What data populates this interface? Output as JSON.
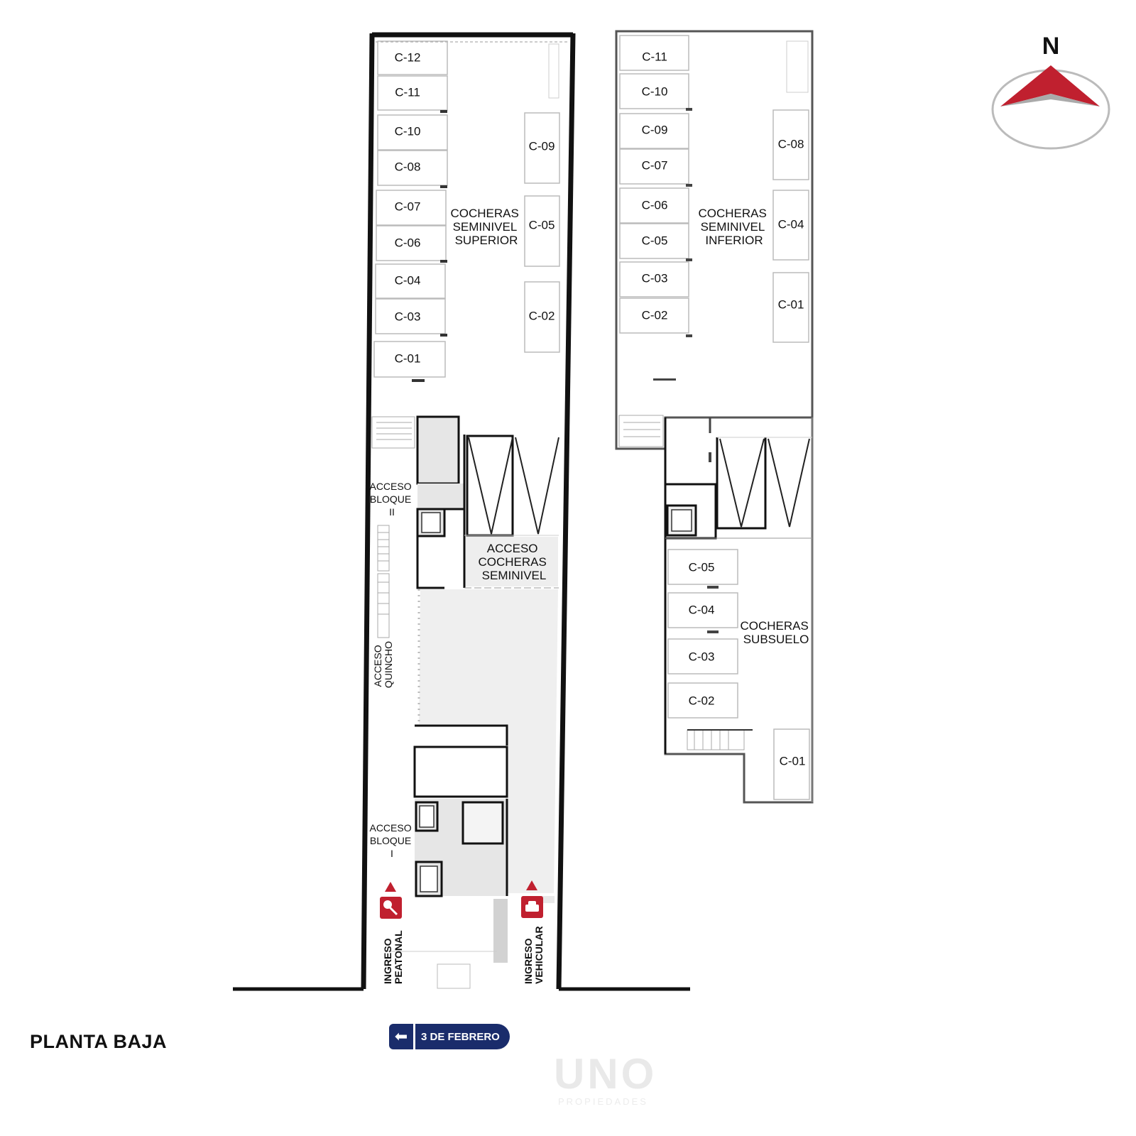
{
  "title": "PLANTA BAJA",
  "compass": {
    "label": "N",
    "color": "#c0202f"
  },
  "street": {
    "arrow_icon": "left-arrow-icon",
    "name": "3 DE FEBRERO",
    "color": "#1a2c6b"
  },
  "watermark": {
    "text": "UNO",
    "subtext": "PROPIEDADES"
  },
  "upper_plan": {
    "zone": [
      "COCHERAS",
      "SEMINIVEL",
      "SUPERIOR"
    ],
    "left_spaces": [
      "C-12",
      "C-11",
      "C-10",
      "C-08",
      "C-07",
      "C-06",
      "C-04",
      "C-03",
      "C-01"
    ],
    "right_spaces": [
      "C-09",
      "C-05",
      "C-02"
    ],
    "access_block_2": [
      "ACCESO",
      "BLOQUE",
      "II"
    ],
    "access_parking": [
      "ACCESO",
      "COCHERAS",
      "SEMINIVEL"
    ],
    "access_quincho": [
      "ACCESO",
      "QUINCHO"
    ],
    "access_block_1": [
      "ACCESO",
      "BLOQUE",
      "I"
    ],
    "pedestrian_entry": [
      "INGRESO",
      "PEATONAL"
    ],
    "vehicle_entry": [
      "INGRESO",
      "VEHICULAR"
    ],
    "accent_color": "#c0202f"
  },
  "lower_plan": {
    "zone": [
      "COCHERAS",
      "SEMINIVEL",
      "INFERIOR"
    ],
    "left_spaces": [
      "C-11",
      "C-10",
      "C-09",
      "C-07",
      "C-06",
      "C-05",
      "C-03",
      "C-02"
    ],
    "right_spaces": [
      "C-08",
      "C-04",
      "C-01"
    ]
  },
  "basement_plan": {
    "zone": [
      "COCHERAS",
      "SUBSUELO"
    ],
    "left_spaces": [
      "C-05",
      "C-04",
      "C-03",
      "C-02"
    ],
    "right_spaces": [
      "C-01"
    ]
  }
}
